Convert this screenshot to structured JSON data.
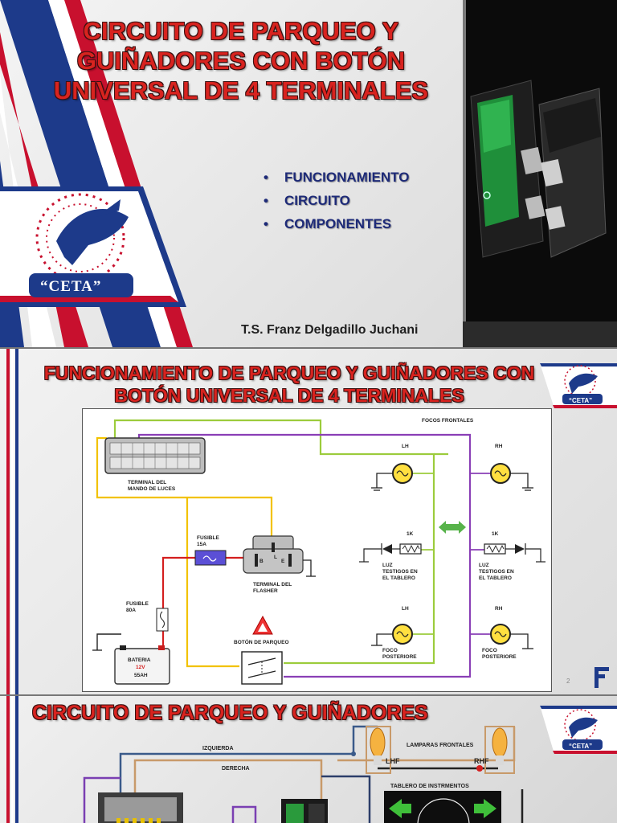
{
  "slide1": {
    "title": "CIRCUITO DE PARQUEO Y GUIÑADORES CON BOTÓN UNIVERSAL DE 4 TERMINALES",
    "bullets": [
      "FUNCIONAMIENTO",
      "CIRCUITO",
      "COMPONENTES"
    ],
    "logo_text": "“CETA”",
    "author": "T.S. Franz Delgadillo Juchani"
  },
  "slide2": {
    "title": "FUNCIONAMIENTO DE PARQUEO Y GUIÑADORES CON BOTÓN UNIVERSAL DE 4 TERMINALES",
    "logo_text": "“CETA”",
    "page_number": "2",
    "diagram": {
      "focos_frontales": "FOCOS FRONTALES",
      "lh": "LH",
      "rh": "RH",
      "terminal_mando_1": "TERMINAL DEL",
      "terminal_mando_2": "MANDO DE LUCES",
      "fusible15_1": "FUSIBLE",
      "fusible15_2": "15A",
      "flasher_1": "TERMINAL DEL",
      "flasher_2": "FLASHER",
      "fusible80_1": "FUSIBLE",
      "fusible80_2": "80A",
      "boton": "BOTÓN DE PARQUEO",
      "bateria": "BATERIA",
      "voltage": "12V",
      "ah": "55AH",
      "resistor": "1K",
      "luz_1": "LUZ",
      "luz_2": "TESTIGOS EN",
      "luz_3": "EL TABLERO",
      "foco_1": "FOCO",
      "foco_2": "POSTERIORE",
      "pin_b": "B",
      "pin_l": "L",
      "pin_e": "E"
    }
  },
  "slide3": {
    "title": "CIRCUITO DE  PARQUEO Y  GUIÑADORES",
    "logo_text": "“CETA”",
    "izquierda": "IZQUIERDA",
    "derecha": "DERECHA",
    "lamparas": "LAMPARAS FRONTALES",
    "lhf": "LHF",
    "rhf": "RHF",
    "tablero": "TABLERO DE INSTRMENTOS"
  },
  "colors": {
    "title_red": "#d8231f",
    "bullet_blue": "#1d2a78",
    "brand_blue": "#1d3a8a",
    "brand_red": "#c8102e",
    "wire_yellow": "#f2c200",
    "wire_green": "#9ccc3c",
    "wire_purple": "#8a3fb6",
    "wire_red": "#d41f1f"
  },
  "icons": [
    "pegasus-logo-icon",
    "brand-f-icon",
    "rocker-switch-photo",
    "hazard-triangle-icon",
    "bulb-icon",
    "double-arrow-icon"
  ]
}
